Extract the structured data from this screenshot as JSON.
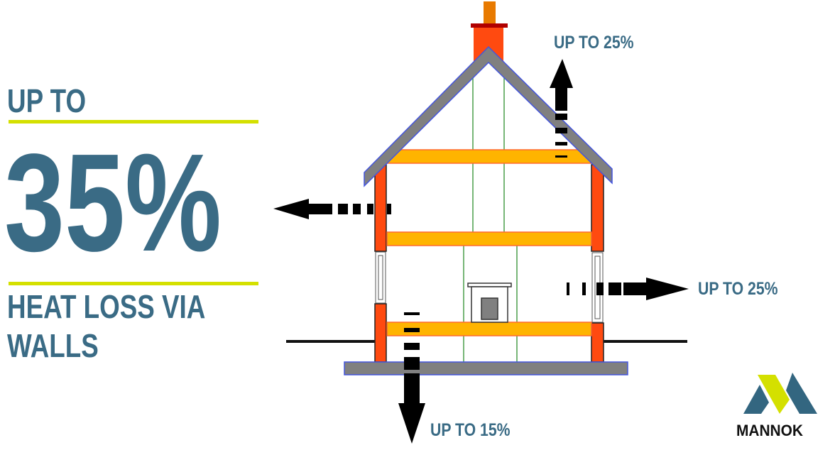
{
  "headline": {
    "line1": "UP TO",
    "value": "35%",
    "line2": "HEAT LOSS VIA",
    "line3": "WALLS"
  },
  "labels": {
    "roof": "UP TO 25%",
    "windows": "UP TO 25%",
    "floor": "UP TO 15%"
  },
  "logo": {
    "text": "MANNOK"
  },
  "colors": {
    "text": "#3a6b85",
    "accent": "#d4e000",
    "wall": "#ff4a10",
    "beam": "#ffb400",
    "roof": "#808080"
  }
}
